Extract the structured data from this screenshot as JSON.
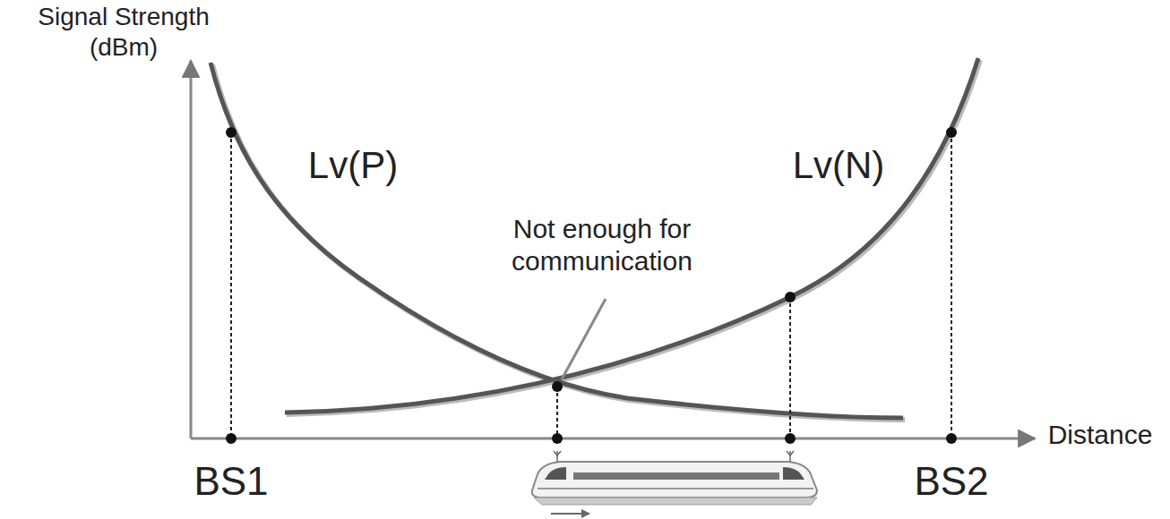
{
  "diagram": {
    "labels": [
      "Signal Strength (dBm)",
      "Lv(P)",
      "Lv(N)",
      "Not enough for communication",
      "Distance",
      "BS1",
      "BS2"
    ]
  }
}
